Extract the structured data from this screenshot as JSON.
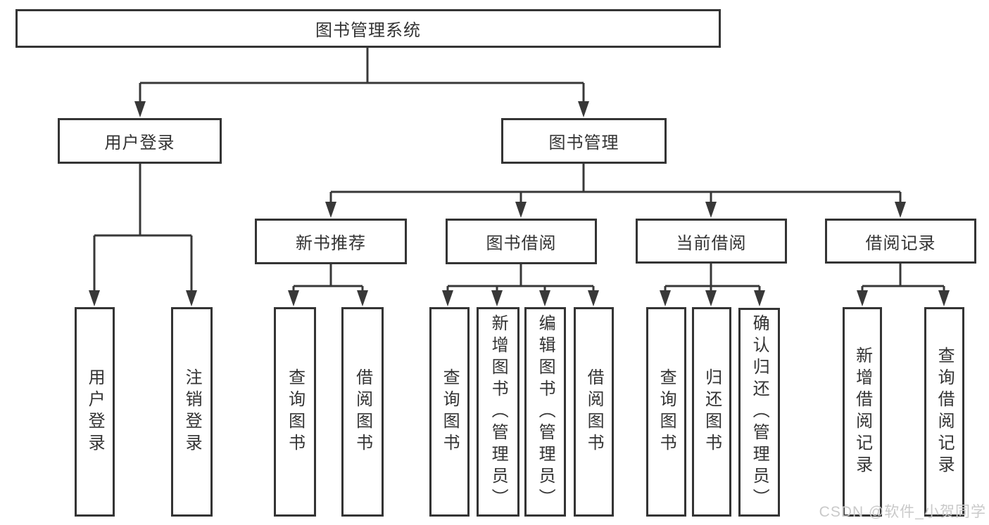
{
  "diagram": {
    "root": {
      "label": "图书管理系统"
    },
    "level2": {
      "user_login": {
        "label": "用户登录"
      },
      "book_mgmt": {
        "label": "图书管理"
      }
    },
    "level3": {
      "new_book_rec": {
        "label": "新书推荐"
      },
      "book_borrow": {
        "label": "图书借阅"
      },
      "current_borrow": {
        "label": "当前借阅"
      },
      "borrow_record": {
        "label": "借阅记录"
      }
    },
    "leaves": {
      "login": {
        "label": "用户登录"
      },
      "logout": {
        "label": "注销登录"
      },
      "rec_query_book": {
        "label": "查询图书"
      },
      "rec_borrow_book": {
        "label": "借阅图书"
      },
      "bb_query_book": {
        "label": "查询图书"
      },
      "bb_add_book": {
        "label": "新增图书（管理员）"
      },
      "bb_edit_book": {
        "label": "编辑图书（管理员）"
      },
      "bb_borrow_book": {
        "label": "借阅图书"
      },
      "cb_query_book": {
        "label": "查询图书"
      },
      "cb_return_book": {
        "label": "归还图书"
      },
      "cb_confirm_return": {
        "label": "确认归还（管理员）"
      },
      "br_add_record": {
        "label": "新增借阅记录"
      },
      "br_query_record": {
        "label": "查询借阅记录"
      }
    },
    "hierarchy": {
      "图书管理系统": {
        "用户登录": [
          "用户登录",
          "注销登录"
        ],
        "图书管理": {
          "新书推荐": [
            "查询图书",
            "借阅图书"
          ],
          "图书借阅": [
            "查询图书",
            "新增图书（管理员）",
            "编辑图书（管理员）",
            "借阅图书"
          ],
          "当前借阅": [
            "查询图书",
            "归还图书",
            "确认归还（管理员）"
          ],
          "借阅记录": [
            "新增借阅记录",
            "查询借阅记录"
          ]
        }
      }
    }
  },
  "watermark": {
    "text": "CSDN @软件_小贺同学"
  },
  "colors": {
    "line": "#383838",
    "box_border": "#343434",
    "text": "#333333",
    "watermark": "#c9c9c9",
    "background": "#ffffff"
  }
}
